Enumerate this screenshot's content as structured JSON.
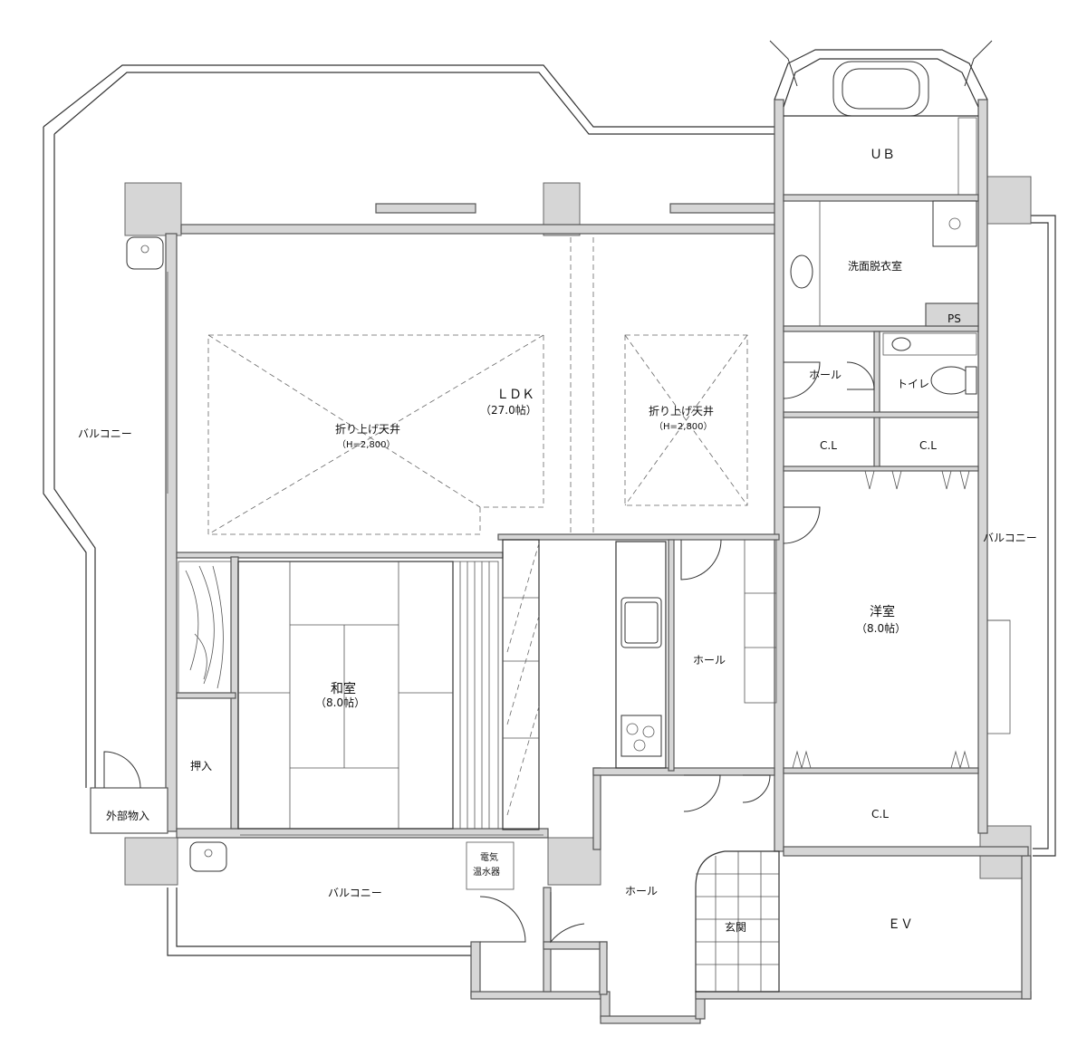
{
  "rooms": {
    "ub": "ＵＢ",
    "washroom": "洗面脱衣室",
    "ps": "PS",
    "hall_top": "ホール",
    "toilet": "トイレ",
    "cl1": "C.L",
    "cl2": "C.L",
    "cl3": "C.L",
    "western_room": "洋室",
    "western_size": "（8.0帖）",
    "ldk": "ＬＤＫ",
    "ldk_size": "（27.0帖）",
    "ceiling1": "折り上げ天井",
    "ceiling1_h": "（H=2,800）",
    "ceiling2": "折り上げ天井",
    "ceiling2_h": "（H=2,800）",
    "japanese_room": "和室",
    "japanese_size": "（8.0帖）",
    "closet": "押入",
    "hall_mid": "ホール",
    "hall_bottom": "ホール",
    "entrance": "玄関",
    "ev": "ＥＶ",
    "outdoor_storage": "外部物入",
    "balcony_left": "バルコニー",
    "balcony_right": "バルコニー",
    "balcony_bottom": "バルコニー",
    "water_heater_1": "電気",
    "water_heater_2": "温水器"
  }
}
